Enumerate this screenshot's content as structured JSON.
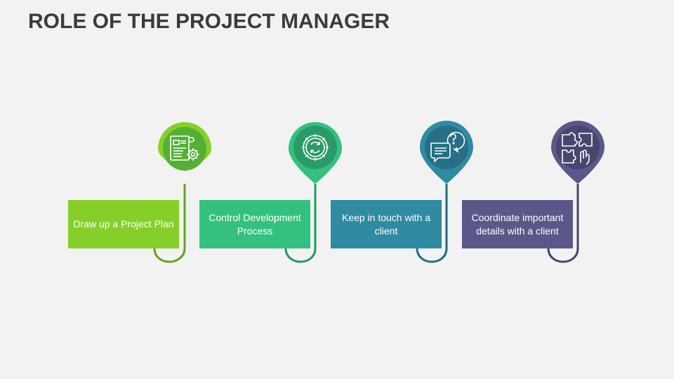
{
  "title": "ROLE OF THE PROJECT MANAGER",
  "steps": [
    {
      "label": "Draw up a Project Plan",
      "icon": "project-plan-icon",
      "color": "#86cf2a",
      "dark": "#62a51c",
      "inner": "#54b034"
    },
    {
      "label": "Control Development Process",
      "icon": "gear-cycle-icon",
      "color": "#34c180",
      "dark": "#209b63",
      "inner": "#2a9b68"
    },
    {
      "label": "Keep in touch with a client",
      "icon": "chat-question-icon",
      "color": "#2f8aa2",
      "dark": "#246b80",
      "inner": "#266f86"
    },
    {
      "label": "Coordinate important details with a client",
      "icon": "puzzle-hand-icon",
      "color": "#5a5888",
      "dark": "#44436a",
      "inner": "#47466e"
    }
  ]
}
